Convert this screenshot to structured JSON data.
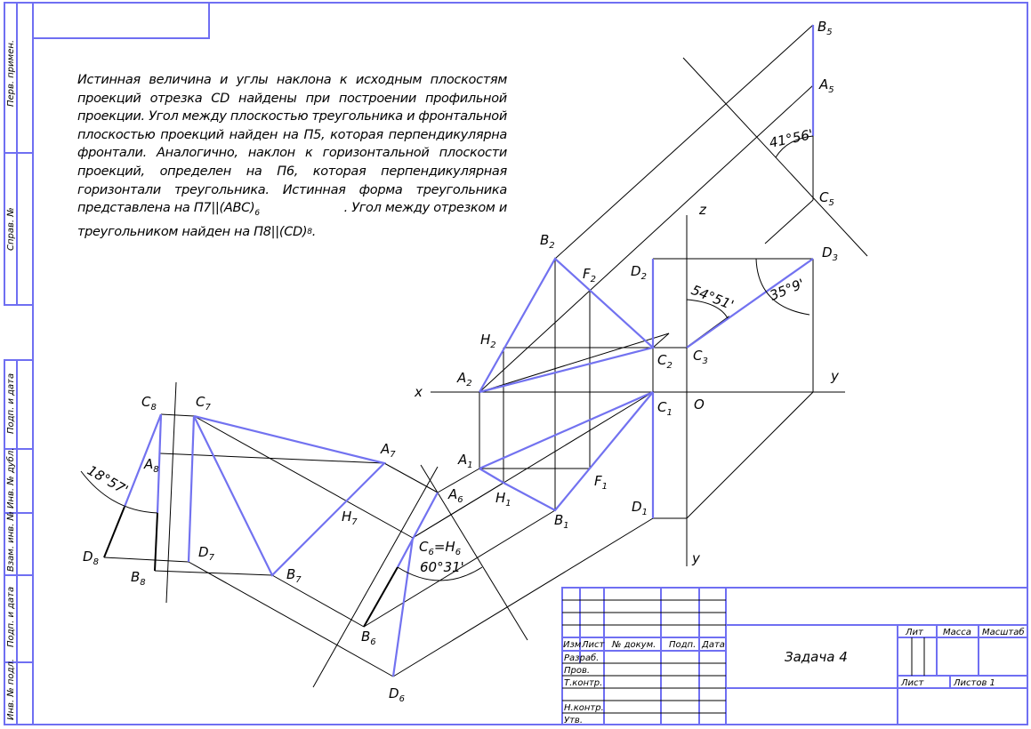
{
  "description_text": {
    "lines": [
      "Истинная величина и углы наклона к исходным плоскостям",
      "проекций отрезка CD найдены при построении профильной",
      "проекции. Угол между плоскостью треугольника и фронтальной",
      "плоскостью проекций найден на П5, которая перпендикулярна",
      "фронтали. Аналогично, наклон к горизонтальной плоскости",
      "проекций, определен на П6, которая перпендикулярная",
      "горизонтали треугольника. Истинная форма треугольника"
    ],
    "line8": {
      "a": "представлена на П7||(ABC)",
      "sub": "6",
      "b": ". Угол между отрезком и"
    },
    "line9": {
      "a": "треугольником найден на П8||(CD)",
      "sub": "8",
      "b": "."
    }
  },
  "points": {
    "A2": {
      "t": "A",
      "s": "2"
    },
    "B2": {
      "t": "B",
      "s": "2"
    },
    "C2": {
      "t": "C",
      "s": "2"
    },
    "D2": {
      "t": "D",
      "s": "2"
    },
    "H2": {
      "t": "H",
      "s": "2"
    },
    "F2": {
      "t": "F",
      "s": "2"
    },
    "A1": {
      "t": "A",
      "s": "1"
    },
    "B1": {
      "t": "B",
      "s": "1"
    },
    "C1": {
      "t": "C",
      "s": "1"
    },
    "D1": {
      "t": "D",
      "s": "1"
    },
    "H1": {
      "t": "H",
      "s": "1"
    },
    "F1": {
      "t": "F",
      "s": "1"
    },
    "C3": {
      "t": "C",
      "s": "3"
    },
    "D3": {
      "t": "D",
      "s": "3"
    },
    "A5": {
      "t": "A",
      "s": "5"
    },
    "B5": {
      "t": "B",
      "s": "5"
    },
    "C5": {
      "t": "C",
      "s": "5"
    },
    "A6": {
      "t": "A",
      "s": "6"
    },
    "B6": {
      "t": "B",
      "s": "6"
    },
    "D6": {
      "t": "D",
      "s": "6"
    },
    "C6H6": {
      "t": "C",
      "s": "6",
      "eq": "=H",
      "s2": "6"
    },
    "A7": {
      "t": "A",
      "s": "7"
    },
    "B7": {
      "t": "B",
      "s": "7"
    },
    "C7": {
      "t": "C",
      "s": "7"
    },
    "D7": {
      "t": "D",
      "s": "7"
    },
    "H7": {
      "t": "H",
      "s": "7"
    },
    "A8": {
      "t": "A",
      "s": "8"
    },
    "B8": {
      "t": "B",
      "s": "8"
    },
    "C8": {
      "t": "C",
      "s": "8"
    },
    "D8": {
      "t": "D",
      "s": "8"
    }
  },
  "axes": {
    "x": "x",
    "y": "y",
    "z": "z",
    "y_bottom": "y",
    "origin": "O"
  },
  "angles": {
    "a5": "41°56'",
    "a3_left": "54°51'",
    "a3_right": "35°9'",
    "a6": "60°31'",
    "a8": "18°57'"
  },
  "side_stamp": [
    "Перв. примен.",
    "Справ. №",
    "Подп. и дата",
    "Инв. № дубл.",
    "Взам. инв. №",
    "Подп. и дата",
    "Инв. № подл."
  ],
  "title_block": {
    "headers": [
      "Изм",
      "Лист",
      "№ докум.",
      "Подп.",
      "Дата"
    ],
    "roles": [
      "Разраб.",
      "Пров.",
      "Т.контр.",
      "",
      "Н.контр.",
      "Утв."
    ],
    "title": "Задача 4",
    "lit": "Лит",
    "mass": "Масса",
    "scale": "Масштаб",
    "sheet": "Лист",
    "sheets": "Листов 1"
  },
  "colors": {
    "frame": "#6f6ff2",
    "highlight": "#7272f0",
    "lines": "#000000"
  }
}
